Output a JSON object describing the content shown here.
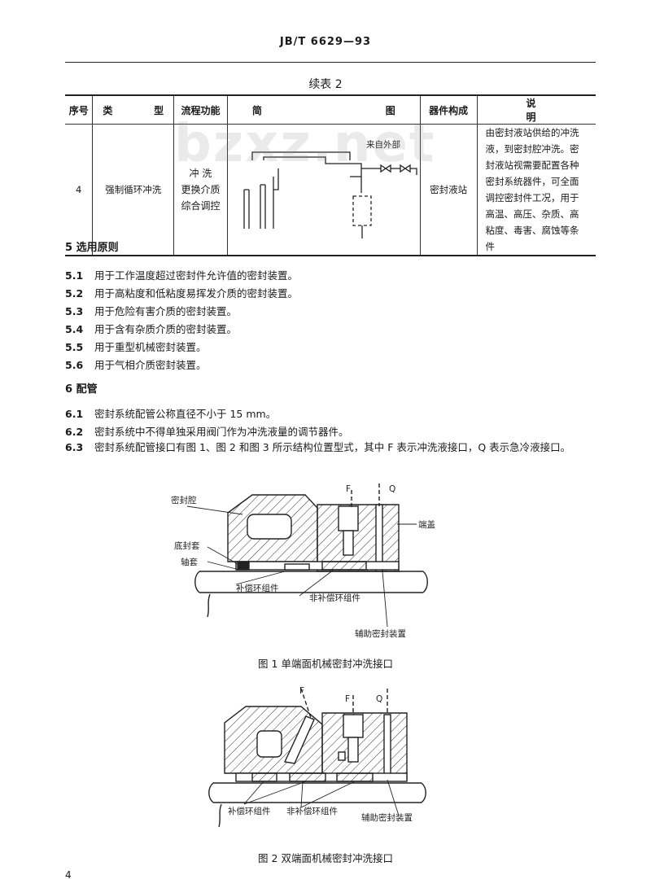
{
  "header": {
    "standard_no": "JB/T 6629—93"
  },
  "table": {
    "title": "续表 2",
    "columns": [
      "序号",
      "类  型",
      "流程功能",
      "简    图",
      "器件构成",
      "说    明"
    ],
    "row": {
      "no": "4",
      "type": "强制循环冲洗",
      "function": [
        "冲 洗",
        "更换介质",
        "综合调控"
      ],
      "diagram_label": "来自外部",
      "components": "密封液站",
      "description": "由密封液站供给的冲洗液，到密封腔冲洗。密封液站视需要配置各种密封系统器件，可全面调控密封件工况，用于高温、高压、杂质、高粘度、毒害、腐蚀等条件"
    }
  },
  "watermark": "bzxz.net",
  "section5": {
    "title": "5  选用原则",
    "items": [
      {
        "num": "5.1",
        "text": "用于工作温度超过密封件允许值的密封装置。"
      },
      {
        "num": "5.2",
        "text": "用于高粘度和低粘度易挥发介质的密封装置。"
      },
      {
        "num": "5.3",
        "text": "用于危险有害介质的密封装置。"
      },
      {
        "num": "5.4",
        "text": "用于含有杂质介质的密封装置。"
      },
      {
        "num": "5.5",
        "text": "用于重型机械密封装置。"
      },
      {
        "num": "5.6",
        "text": "用于气相介质密封装置。"
      }
    ]
  },
  "section6": {
    "title": "6  配管",
    "items": [
      {
        "num": "6.1",
        "text": "密封系统配管公称直径不小于 15 mm。"
      },
      {
        "num": "6.2",
        "text": "密封系统中不得单独采用阀门作为冲洗液量的调节器件。"
      },
      {
        "num": "6.3",
        "text": "密封系统配管接口有图 1、图 2 和图 3 所示结构位置型式，其中 F 表示冲洗液接口，Q 表示急冷液接口。"
      }
    ]
  },
  "figure1": {
    "caption": "图 1   单端面机械密封冲洗接口",
    "labels": {
      "F": "F",
      "Q": "Q",
      "seal_chamber": "密封腔",
      "end_cover": "端盖",
      "bottom_sleeve": "底封套",
      "shaft_sleeve": "轴套",
      "comp_ring": "补偿环组件",
      "noncomp_ring": "非补偿环组件",
      "aux_seal": "辅助密封装置"
    }
  },
  "figure2": {
    "caption": "图 2   双端面机械密封冲洗接口",
    "labels": {
      "F1": "F",
      "F2": "F",
      "Q": "Q",
      "comp_ring": "补偿环组件",
      "noncomp_ring": "非补偿环组件",
      "aux_seal": "辅助密封装置"
    }
  },
  "page_number": "4"
}
